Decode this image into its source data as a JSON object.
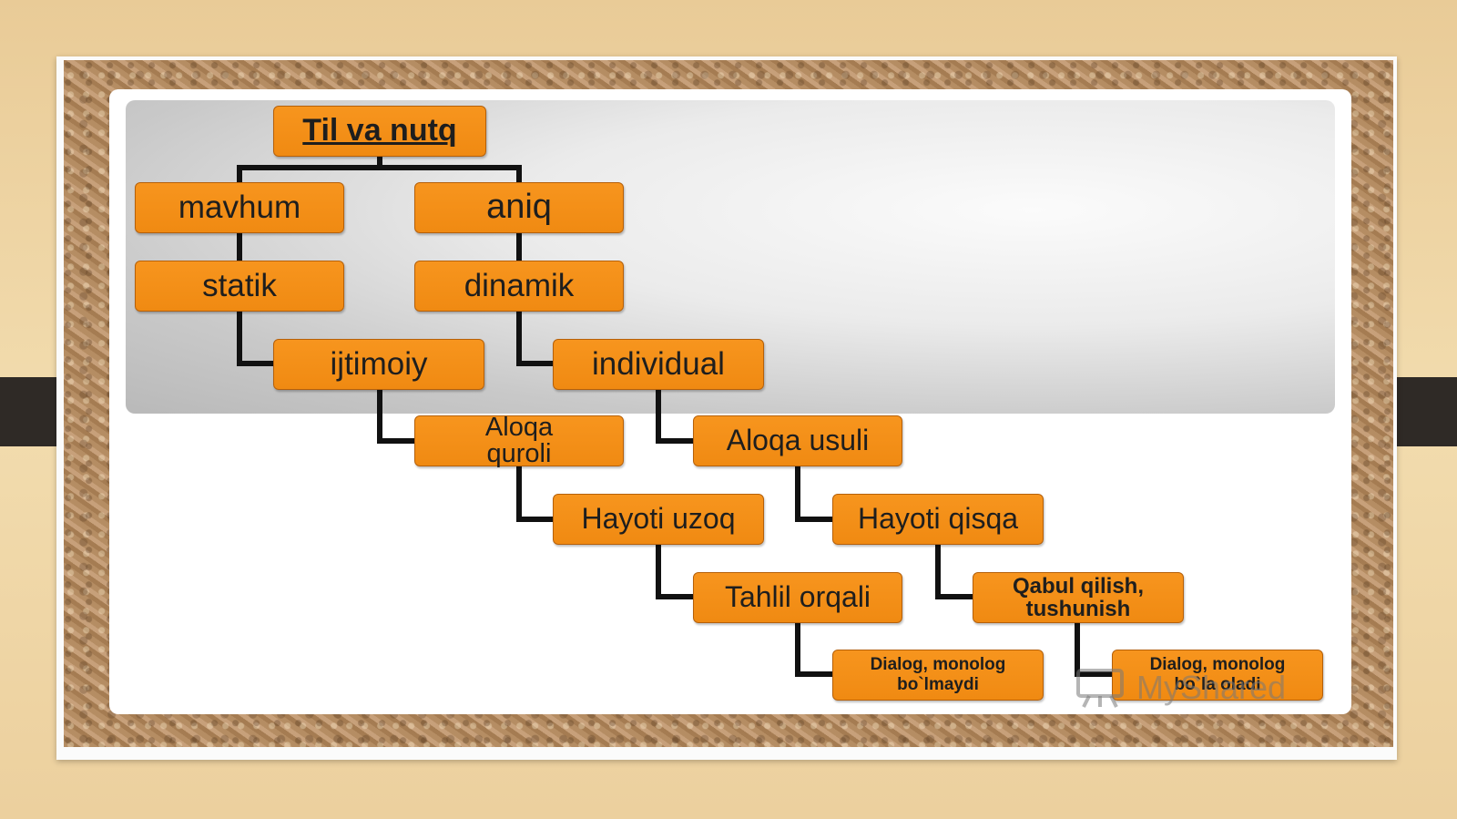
{
  "diagram": {
    "root": "Til va nutq",
    "nodes": {
      "mavhum": "mavhum",
      "aniq": "aniq",
      "statik": "statik",
      "dinamik": "dinamik",
      "ijtimoiy": "ijtimoiy",
      "individual": "individual",
      "aloqa_quroli": "Aloqa\nquroli",
      "aloqa_usuli": "Aloqa usuli",
      "hayoti_uzoq": "Hayoti uzoq",
      "hayoti_qisqa": "Hayoti qisqa",
      "tahlil_orqali": "Tahlil orqali",
      "qabul_qilish": "Qabul qilish,\ntushunish",
      "dialog_maydi": "Dialog, monolog\nbo`lmaydi",
      "dialog_ladi": "Dialog, monolog\nbo`la oladi"
    }
  },
  "watermark": {
    "text": "MyShared",
    "icon": "presentation-board-icon"
  },
  "colors": {
    "node_fill": "#f7951e",
    "node_border": "#b5600a",
    "connector": "#111111"
  }
}
